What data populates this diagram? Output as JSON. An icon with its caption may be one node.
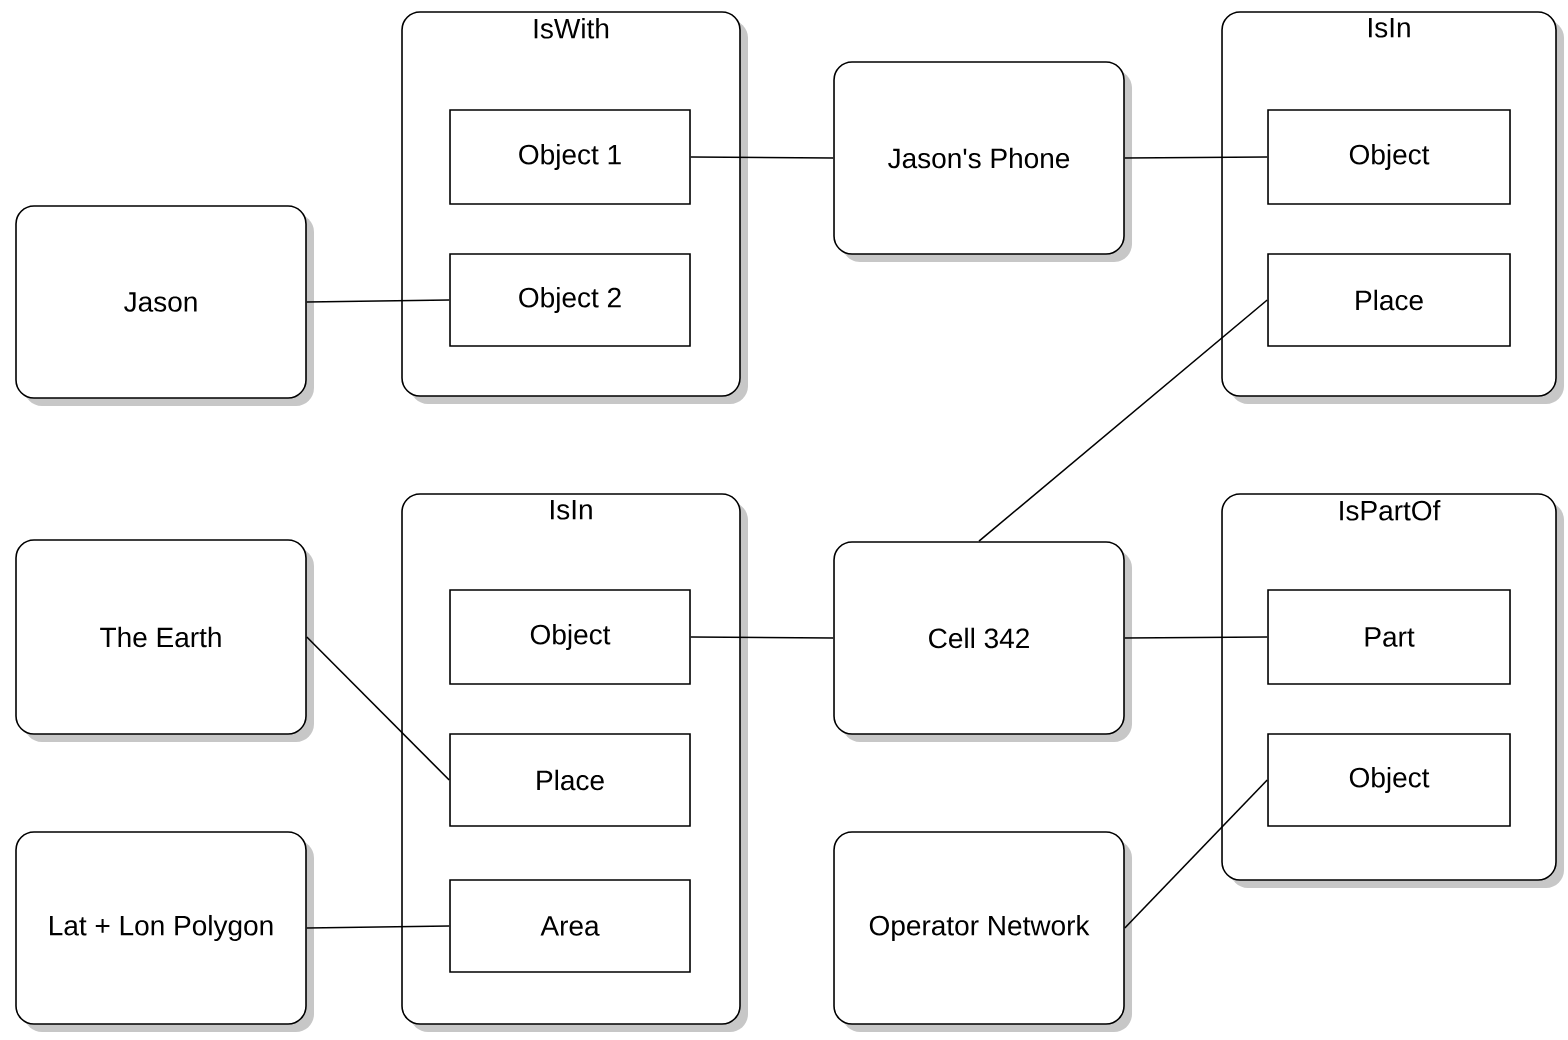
{
  "diagram": {
    "nodes": [
      {
        "text": [
          "Jason"
        ]
      },
      {
        "text": [
          "IsWith"
        ]
      },
      {
        "text": [
          "Object 1"
        ],
        "in": 1
      },
      {
        "text": [
          "Object 2"
        ],
        "in": 1
      },
      {
        "text": [
          "Jason's Phone"
        ]
      },
      {
        "text": [
          "IsIn"
        ]
      },
      {
        "text": [
          "Object"
        ],
        "in": 5
      },
      {
        "text": [
          "Place"
        ],
        "in": 5
      },
      {
        "text": [
          "The Earth"
        ]
      },
      {
        "text": [
          "IsIn"
        ]
      },
      {
        "text": [
          "Object"
        ],
        "in": 9
      },
      {
        "text": [
          "Place"
        ],
        "in": 9
      },
      {
        "text": [
          "Area"
        ],
        "in": 9
      },
      {
        "text": [
          "Lat + Lon Polygon"
        ]
      },
      {
        "text": [
          "Cell 342"
        ]
      },
      {
        "text": [
          "IsPartOf"
        ]
      },
      {
        "text": [
          "Part"
        ],
        "in": 15
      },
      {
        "text": [
          "Object"
        ],
        "in": 15
      },
      {
        "text": [
          "Operator Network"
        ]
      }
    ],
    "edges": [
      {
        "from": 0,
        "to": 3,
        "arrow": "none"
      },
      {
        "from": 2,
        "to": 4,
        "arrow": "none"
      },
      {
        "from": 4,
        "to": 6,
        "arrow": "none"
      },
      {
        "from": 14,
        "to": 7,
        "arrow": "none"
      },
      {
        "from": 8,
        "to": 11,
        "arrow": "none"
      },
      {
        "from": 13,
        "to": 12,
        "arrow": "none"
      },
      {
        "from": 10,
        "to": 14,
        "arrow": "none"
      },
      {
        "from": 14,
        "to": 16,
        "arrow": "none"
      },
      {
        "from": 18,
        "to": 17,
        "arrow": "none"
      }
    ]
  }
}
